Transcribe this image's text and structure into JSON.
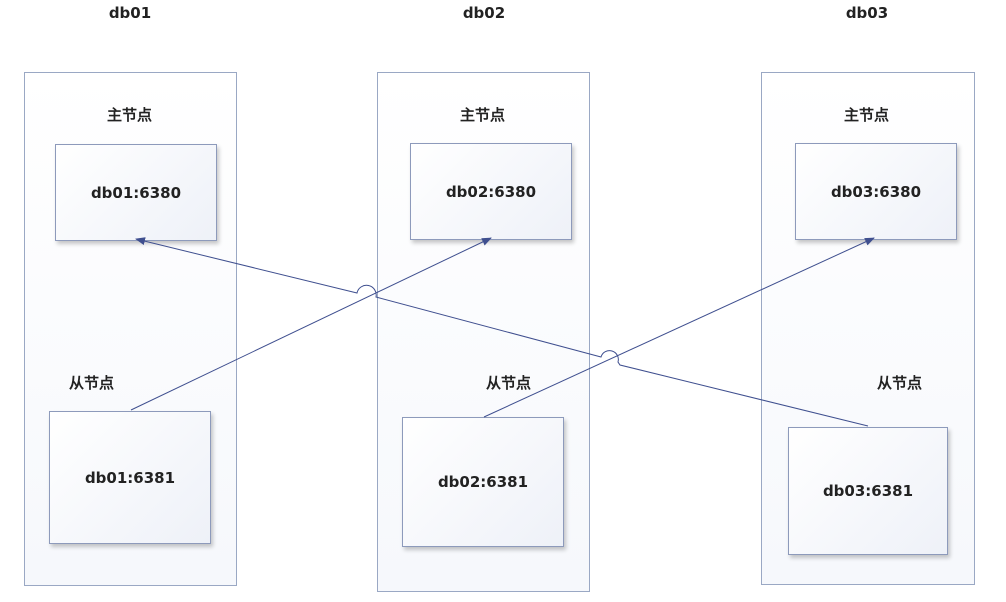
{
  "columns": [
    {
      "name": "db01",
      "master_label": "主节点",
      "master": "db01:6380",
      "slave_label": "从节点",
      "slave": "db01:6381"
    },
    {
      "name": "db02",
      "master_label": "主节点",
      "master": "db02:6380",
      "slave_label": "从节点",
      "slave": "db02:6381"
    },
    {
      "name": "db03",
      "master_label": "主节点",
      "master": "db03:6380",
      "slave_label": "从节点",
      "slave": "db03:6381"
    }
  ],
  "edges": [
    {
      "from": "db01:6381",
      "to": "db02:6380"
    },
    {
      "from": "db02:6381",
      "to": "db03:6380"
    },
    {
      "from": "db03:6381",
      "to": "db01:6380"
    }
  ],
  "colors": {
    "line": "#3f4f8f",
    "border": "#9aa8c4"
  }
}
